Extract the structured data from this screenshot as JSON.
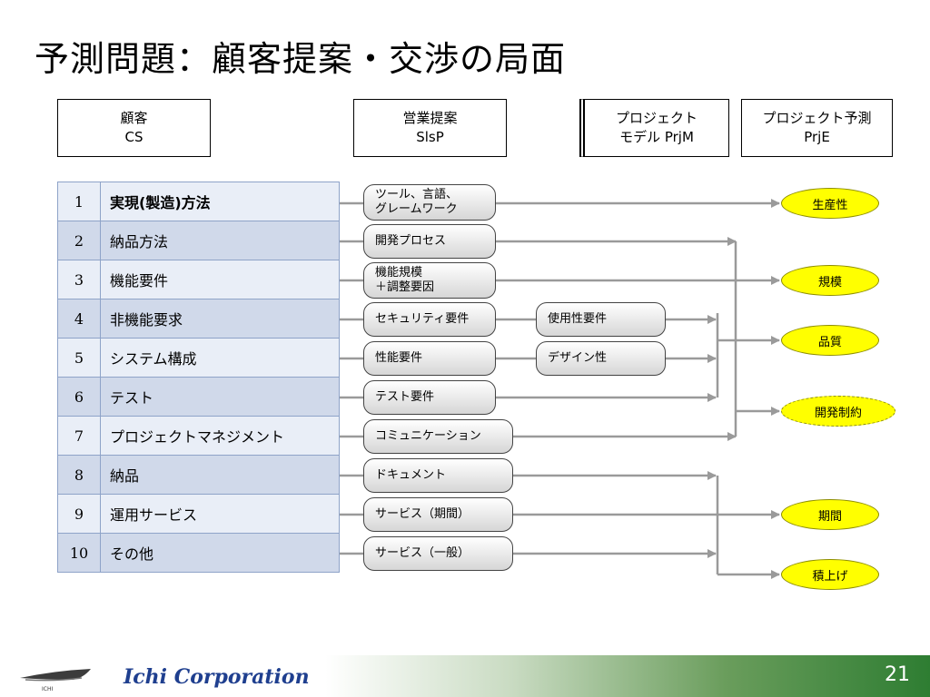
{
  "title": "予測問題：顧客提案・交渉の局面",
  "headers": {
    "customer": {
      "line1": "顧客",
      "line2": "CS"
    },
    "sales": {
      "line1": "営業提案",
      "line2": "SlsP"
    },
    "model": {
      "line1": "プロジェクト",
      "line2": "モデル PrjM"
    },
    "forecast": {
      "line1": "プロジェクト予測",
      "line2": "PrjE"
    }
  },
  "items": [
    {
      "num": "1",
      "label": "実現(製造)方法"
    },
    {
      "num": "2",
      "label": "納品方法"
    },
    {
      "num": "3",
      "label": "機能要件"
    },
    {
      "num": "4",
      "label": "非機能要求"
    },
    {
      "num": "5",
      "label": "システム構成"
    },
    {
      "num": "6",
      "label": "テスト"
    },
    {
      "num": "7",
      "label": "プロジェクトマネジメント"
    },
    {
      "num": "8",
      "label": "納品"
    },
    {
      "num": "9",
      "label": "運用サービス"
    },
    {
      "num": "10",
      "label": "その他"
    }
  ],
  "proposals": {
    "p1": {
      "line1": "ツール、言語、",
      "line2": "グレームワーク"
    },
    "p2": "開発プロセス",
    "p3": {
      "line1": "機能規模",
      "line2": "＋調整要因"
    },
    "p4": "セキュリティ要件",
    "p5": "性能要件",
    "p6": "テスト要件",
    "p7": "コミュニケーション",
    "p8": "ドキュメント",
    "p9": "サービス（期間）",
    "p10": "サービス（一般）"
  },
  "model_items": {
    "usability": "使用性要件",
    "design": "デザイン性"
  },
  "outcomes": {
    "productivity": "生産性",
    "scale": "規模",
    "quality": "品質",
    "constraints": "開発制約",
    "duration": "期間",
    "accumulation": "積上げ"
  },
  "footer": {
    "company": "Ichi Corporation",
    "page": "21",
    "logo_text": "ICHI"
  },
  "colors": {
    "oval_fill": "#ffff00",
    "table_header_border": "#8ea3c8",
    "arrow": "#9a9a9a",
    "company_text": "#1f3f8f"
  }
}
